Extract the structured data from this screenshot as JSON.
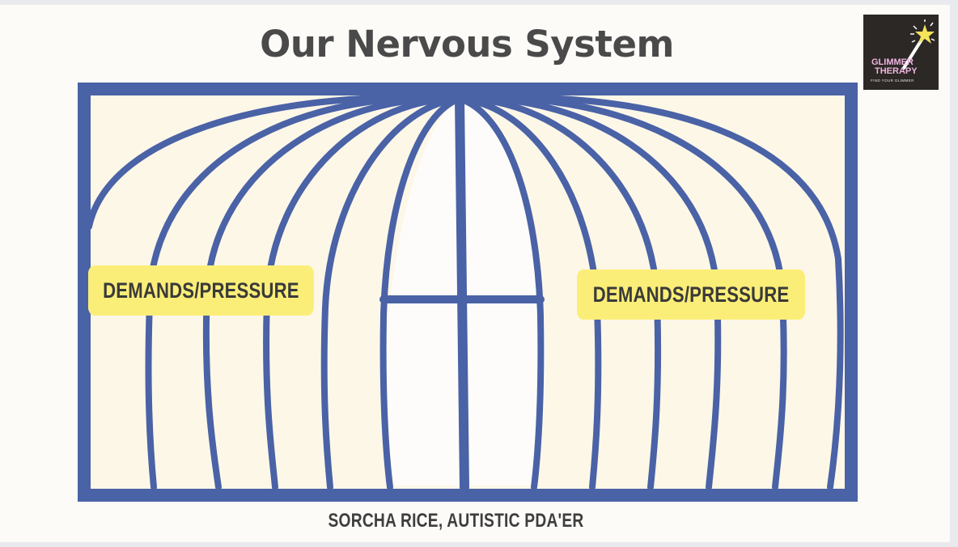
{
  "slide": {
    "title": "Our Nervous System",
    "caption": "SORCHA RICE, AUTISTIC PDA'ER"
  },
  "logo": {
    "line1": "GLIMMER",
    "line2": "THERAPY",
    "tagline": "FIND YOUR GLIMMER",
    "icon": "magic-wand-star-icon"
  },
  "diagram": {
    "left_label": "DEMANDS/PRESSURE",
    "right_label": "DEMANDS/PRESSURE"
  },
  "colors": {
    "bars": "#4a62a6",
    "inner_fill": "#fdf7e8",
    "center_fill": "#fefcfa",
    "label_bg": "#fbee78",
    "title_text": "#4a4a4a",
    "logo_bg": "#2b2826",
    "logo_text": "#f0b4e0",
    "star": "#f5e35a"
  }
}
